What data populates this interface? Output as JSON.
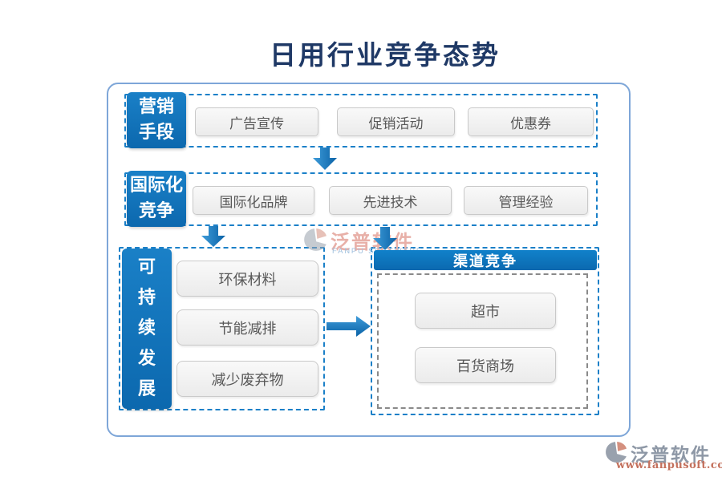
{
  "title": "日用行业竞争态势",
  "marketing": {
    "label": "营销手段",
    "items": [
      "广告宣传",
      "促销活动",
      "优惠券"
    ]
  },
  "international": {
    "label": "国际化竞争",
    "items": [
      "国际化品牌",
      "先进技术",
      "管理经验"
    ]
  },
  "sustainability": {
    "label": "可持续发展",
    "items": [
      "环保材料",
      "节能减排",
      "减少废弃物"
    ]
  },
  "channel": {
    "title": "渠道竞争",
    "items": [
      "超市",
      "百货商场"
    ]
  },
  "watermark": {
    "brand": "泛普软件",
    "sub": "FANPU SOFTWARE",
    "icon": "fanpu-logo-icon"
  },
  "footer_logo": {
    "brand": "泛普软件",
    "url": "www.fanpusoft.com",
    "icon": "fanpu-logo-icon"
  },
  "colors": {
    "title_navy": "#1f3966",
    "primary_blue": "#0e72b9",
    "dashed_blue": "#1b80c8",
    "dashed_gray": "#8a8a8a",
    "node_bg": "#f2f2f2",
    "node_text": "#585858",
    "frame_border": "#7ea6d8",
    "watermark_salmon": "#e8b0a8",
    "footer_url_red": "#c4705c"
  }
}
